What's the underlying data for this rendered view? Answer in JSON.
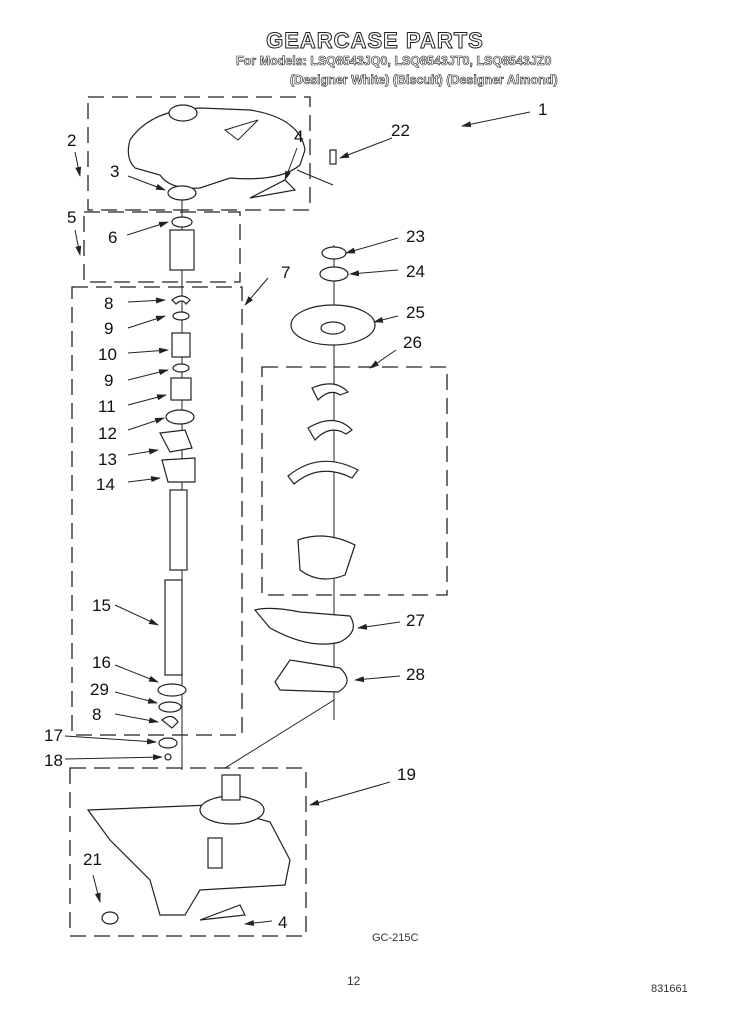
{
  "header": {
    "title": "GEARCASE PARTS",
    "models_line": "For Models: LSQ8543JQ0, LSQ8543JT0, LSQ8543JZ0",
    "colors_line": "(Designer White) (Biscuit) (Designer Almond)"
  },
  "callouts": [
    {
      "id": "1",
      "label": "1"
    },
    {
      "id": "2",
      "label": "2"
    },
    {
      "id": "3",
      "label": "3"
    },
    {
      "id": "4a",
      "label": "4"
    },
    {
      "id": "5",
      "label": "5"
    },
    {
      "id": "6",
      "label": "6"
    },
    {
      "id": "7",
      "label": "7"
    },
    {
      "id": "8a",
      "label": "8"
    },
    {
      "id": "9a",
      "label": "9"
    },
    {
      "id": "10",
      "label": "10"
    },
    {
      "id": "9b",
      "label": "9"
    },
    {
      "id": "11",
      "label": "11"
    },
    {
      "id": "12",
      "label": "12"
    },
    {
      "id": "13",
      "label": "13"
    },
    {
      "id": "14",
      "label": "14"
    },
    {
      "id": "15",
      "label": "15"
    },
    {
      "id": "16",
      "label": "16"
    },
    {
      "id": "29",
      "label": "29"
    },
    {
      "id": "8b",
      "label": "8"
    },
    {
      "id": "17",
      "label": "17"
    },
    {
      "id": "18",
      "label": "18"
    },
    {
      "id": "19",
      "label": "19"
    },
    {
      "id": "21",
      "label": "21"
    },
    {
      "id": "4b",
      "label": "4"
    },
    {
      "id": "22",
      "label": "22"
    },
    {
      "id": "23",
      "label": "23"
    },
    {
      "id": "24",
      "label": "24"
    },
    {
      "id": "25",
      "label": "25"
    },
    {
      "id": "26",
      "label": "26"
    },
    {
      "id": "27",
      "label": "27"
    },
    {
      "id": "28",
      "label": "28"
    }
  ],
  "footer": {
    "figure_code": "GC-215C",
    "page_number": "12",
    "doc_number": "831661"
  }
}
